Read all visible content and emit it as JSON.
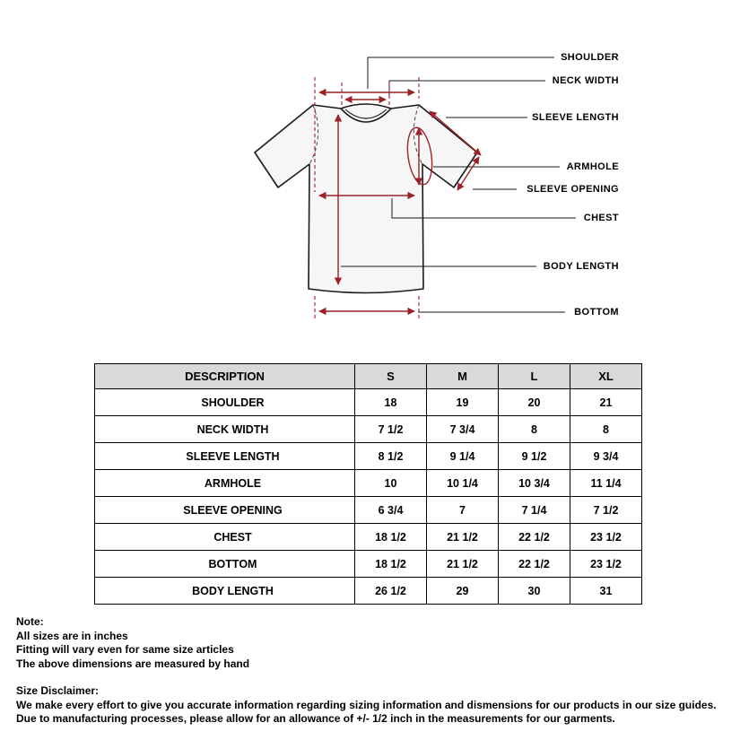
{
  "page": {
    "background": "#ffffff"
  },
  "diagram": {
    "arrow_color": "#9c2128",
    "outline_color": "#1a1a1a",
    "labels": [
      "SHOULDER",
      "NECK WIDTH",
      "SLEEVE LENGTH",
      "ARMHOLE",
      "SLEEVE OPENING",
      "CHEST",
      "BODY LENGTH",
      "BOTTOM"
    ]
  },
  "size_table": {
    "header_bg": "#d9d9d9",
    "columns": [
      "DESCRIPTION",
      "S",
      "M",
      "L",
      "XL"
    ],
    "rows": [
      {
        "description": "SHOULDER",
        "values": [
          "18",
          "19",
          "20",
          "21"
        ]
      },
      {
        "description": "NECK WIDTH",
        "values": [
          "7 1/2",
          "7 3/4",
          "8",
          "8"
        ]
      },
      {
        "description": "SLEEVE LENGTH",
        "values": [
          "8 1/2",
          "9 1/4",
          "9 1/2",
          "9 3/4"
        ]
      },
      {
        "description": "ARMHOLE",
        "values": [
          "10",
          "10 1/4",
          "10 3/4",
          "11 1/4"
        ]
      },
      {
        "description": "SLEEVE OPENING",
        "values": [
          "6 3/4",
          "7",
          "7 1/4",
          "7 1/2"
        ]
      },
      {
        "description": "CHEST",
        "values": [
          "18 1/2",
          "21 1/2",
          "22 1/2",
          "23 1/2"
        ]
      },
      {
        "description": "BOTTOM",
        "values": [
          "18 1/2",
          "21 1/2",
          "22 1/2",
          "23 1/2"
        ]
      },
      {
        "description": "BODY LENGTH",
        "values": [
          "26 1/2",
          "29",
          "30",
          "31"
        ]
      }
    ]
  },
  "notes": {
    "title": "Note:",
    "lines": [
      "All sizes are in inches",
      "Fitting will vary even for same size articles",
      "The above dimensions are measured by hand"
    ]
  },
  "disclaimer": {
    "title": "Size Disclaimer:",
    "text": "We make every effort to give you accurate information regarding sizing information and dismensions for our products in our size guides. Due to manufacturing processes, please allow for an allowance of +/- 1/2 inch in the measurements for our garments."
  }
}
